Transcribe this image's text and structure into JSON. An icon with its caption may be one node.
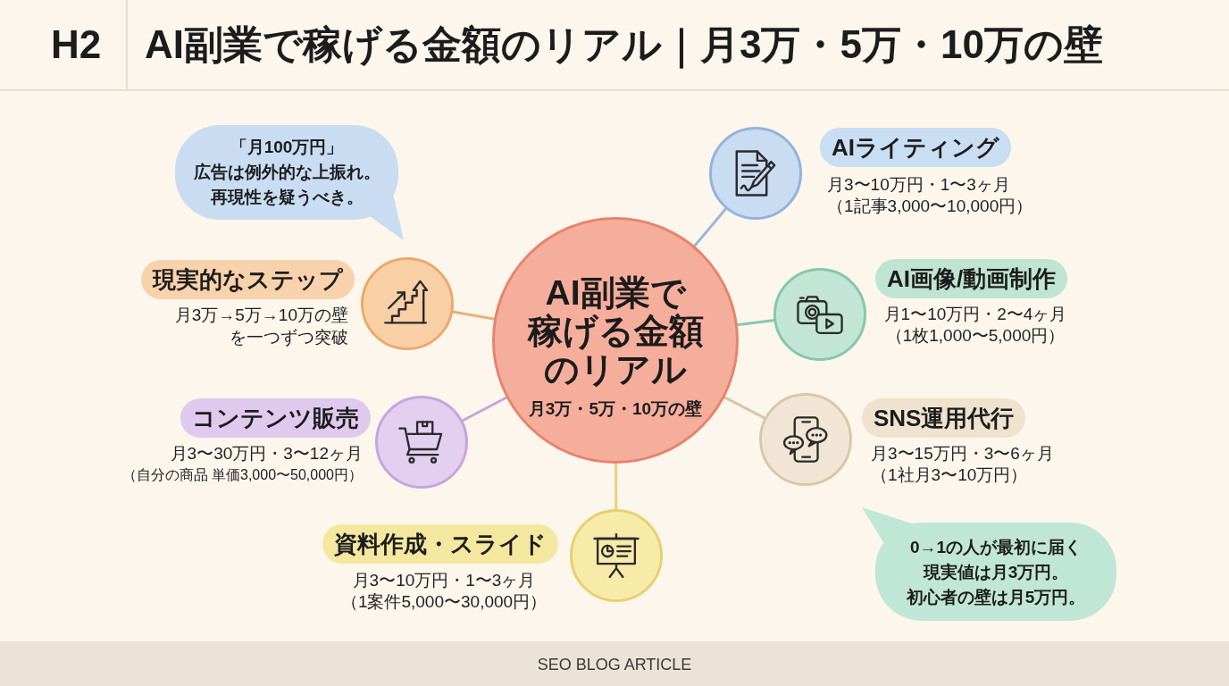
{
  "diagram": {
    "title": "AI副業で稼げる金額のリアル｜月3万・5万・10万の壁",
    "nodes": [
      {
        "text": [
          "AI副業で稼げる金額のリアル",
          "月3万・5万・10万の壁"
        ]
      },
      {
        "text": [],
        "shape": "circle"
      },
      {
        "text": [
          "AIライティング"
        ],
        "beside": [
          "月3〜10万円・1〜3ヶ月",
          "（1記事3,000〜10,000円）"
        ]
      },
      {
        "text": [],
        "shape": "circle"
      },
      {
        "text": [
          "AI画像/動画制作"
        ],
        "beside": [
          "月1〜10万円・2〜4ヶ月",
          "（1枚1,000〜5,000円）"
        ]
      },
      {
        "text": [],
        "shape": "circle"
      },
      {
        "text": [
          "SNS運用代行"
        ],
        "beside": [
          "月3〜15万円・3〜6ヶ月",
          "（1社月3〜10万円）"
        ]
      },
      {
        "text": [],
        "shape": "circle"
      },
      {
        "text": [
          "資料作成・スライド"
        ],
        "beside": [
          "月3〜10万円・1〜3ヶ月",
          "（1案件5,000〜30,000円）"
        ]
      },
      {
        "text": [],
        "shape": "circle"
      },
      {
        "text": [
          "コンテンツ販売"
        ],
        "beside": [
          "月3〜30万円・3〜12ヶ月",
          "（自分の商品 単価3,000〜50,000円）"
        ]
      },
      {
        "text": [],
        "shape": "circle"
      },
      {
        "text": [
          "現実的なステップ"
        ],
        "beside": [
          "月3万→5万→10万の壁を一つずつ突破"
        ]
      },
      {
        "text": [
          "「月100万円」広告は例外的な上振れ。再現性を疑うべき。"
        ]
      },
      {
        "text": [
          "0→1の人が最初に届く現実値は月3万円。初心者の壁は月5万円。"
        ]
      }
    ],
    "edges": [
      {
        "from": 0,
        "to": 1,
        "arrow": "none",
        "color": "#9db7da"
      },
      {
        "from": 0,
        "to": 3,
        "arrow": "none",
        "color": "#88c8ac"
      },
      {
        "from": 0,
        "to": 5,
        "arrow": "none",
        "color": "#d8c8a9"
      },
      {
        "from": 0,
        "to": 7,
        "arrow": "none",
        "color": "#e6d27c"
      },
      {
        "from": 0,
        "to": 9,
        "arrow": "none",
        "color": "#c5a5da"
      },
      {
        "from": 0,
        "to": 11,
        "arrow": "none",
        "color": "#eab07b"
      }
    ],
    "labels": [
      "H2",
      "SEO BLOG ARTICLE"
    ]
  }
}
